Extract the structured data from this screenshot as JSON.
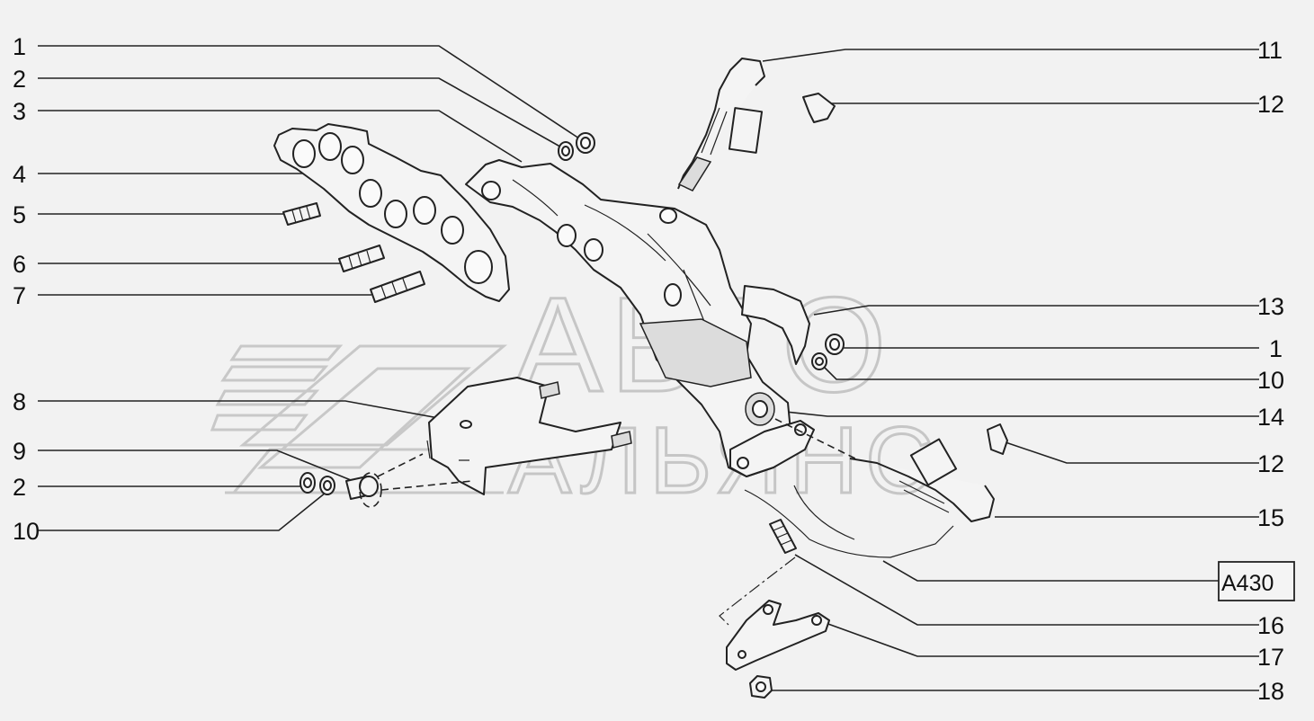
{
  "watermark": {
    "line1": "АВТО",
    "line2": "АЛЬЯНС"
  },
  "callouts_left": [
    "1",
    "2",
    "3",
    "4",
    "5",
    "6",
    "7",
    "8",
    "9",
    "2",
    "10"
  ],
  "callouts_right": [
    "11",
    "12",
    "13",
    "1",
    "10",
    "14",
    "12",
    "15",
    "16",
    "17",
    "18"
  ],
  "reference_box": "A430",
  "colors": {
    "background": "#f2f2f2",
    "lines": "#222222",
    "watermark": "#c8c8c8"
  }
}
